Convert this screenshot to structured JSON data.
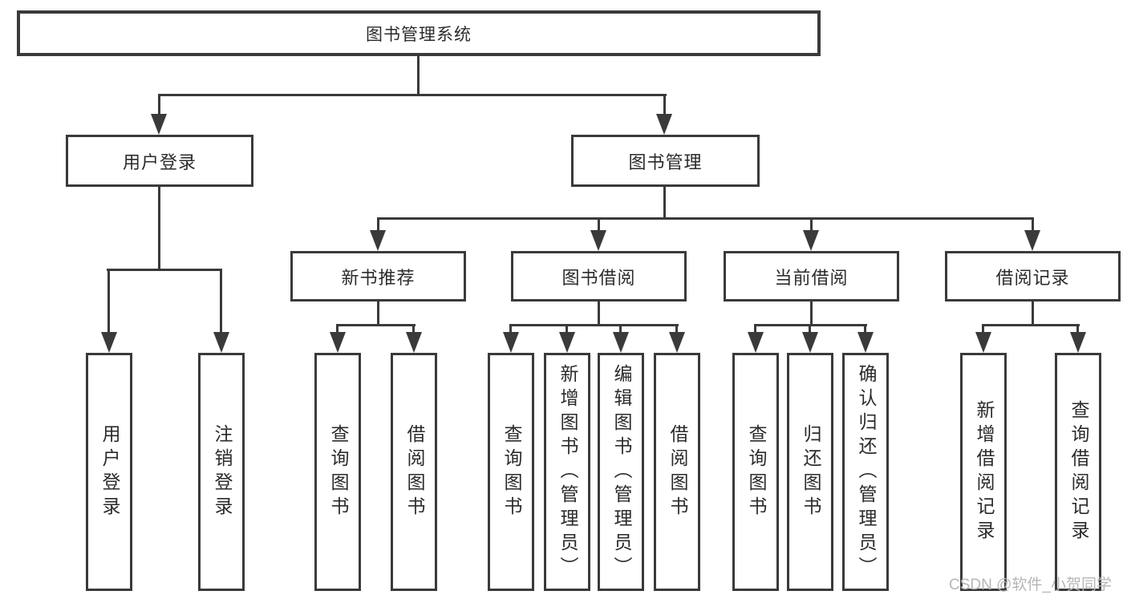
{
  "diagram": {
    "root": {
      "label": "图书管理系统"
    },
    "user_branch": {
      "label": "用户登录",
      "leaves": [
        "用户登录",
        "注销登录"
      ]
    },
    "mgmt_branch": {
      "label": "图书管理",
      "groups": [
        {
          "label": "新书推荐",
          "leaves": [
            "查询图书",
            "借阅图书"
          ]
        },
        {
          "label": "图书借阅",
          "leaves": [
            "查询图书",
            "新增图书（管理员）",
            "编辑图书（管理员）",
            "借阅图书"
          ]
        },
        {
          "label": "当前借阅",
          "leaves": [
            "查询图书",
            "归还图书",
            "确认归还（管理员）"
          ]
        },
        {
          "label": "借阅记录",
          "leaves": [
            "新增借阅记录",
            "查询借阅记录"
          ]
        }
      ]
    }
  },
  "watermark": {
    "text": "CSDN @软件_小贺同学"
  },
  "colors": {
    "line": "#3a3a3a",
    "text": "#2b2b2b",
    "watermark": "#b6b6b6",
    "background": "#ffffff"
  }
}
